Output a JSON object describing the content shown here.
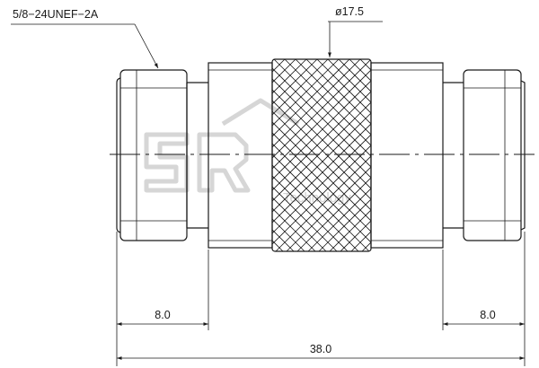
{
  "drawing": {
    "thread_callout": "5/8−24UNEF−2A",
    "diameter_callout": "ø17.5",
    "dim_left": "8.0",
    "dim_right": "8.0",
    "dim_overall": "38.0"
  },
  "watermark": {
    "logo_text": "SR",
    "tagline": "Technology"
  }
}
